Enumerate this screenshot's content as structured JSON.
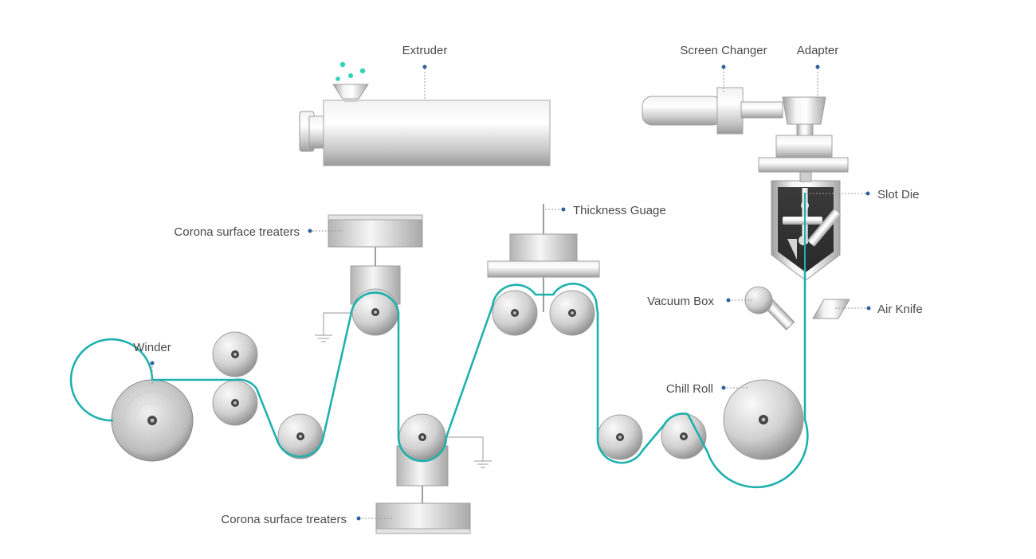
{
  "labels": {
    "extruder": "Extruder",
    "screen_changer": "Screen Changer",
    "adapter": "Adapter",
    "slot_die": "Slot Die",
    "thickness_gauge": "Thickness Guage",
    "corona_top": "Corona surface treaters",
    "corona_bottom": "Corona surface treaters",
    "vacuum_box": "Vacuum Box",
    "air_knife": "Air Knife",
    "chill_roll": "Chill Roll",
    "winder": "Winder"
  },
  "colors": {
    "film": "#1fb1ad",
    "pellet": "#2fd3b8",
    "leader": "#9a9a9a",
    "dot": "#2f5f9e",
    "text": "#4a4a4a"
  }
}
